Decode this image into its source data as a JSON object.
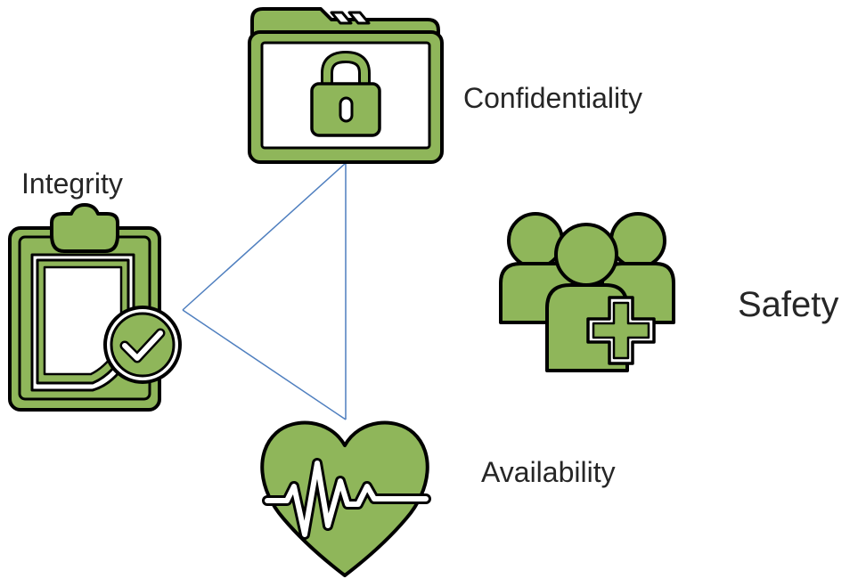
{
  "labels": {
    "confidentiality": "Confidentiality",
    "integrity": "Integrity",
    "safety": "Safety",
    "availability": "Availability"
  },
  "icons": {
    "confidentiality": "folder-lock-icon",
    "integrity": "clipboard-check-icon",
    "safety": "people-medical-cross-icon",
    "availability": "heart-pulse-icon"
  },
  "colors": {
    "icon_fill": "#8fb65a",
    "icon_stroke": "#000000",
    "connector": "#4f7fbf"
  }
}
